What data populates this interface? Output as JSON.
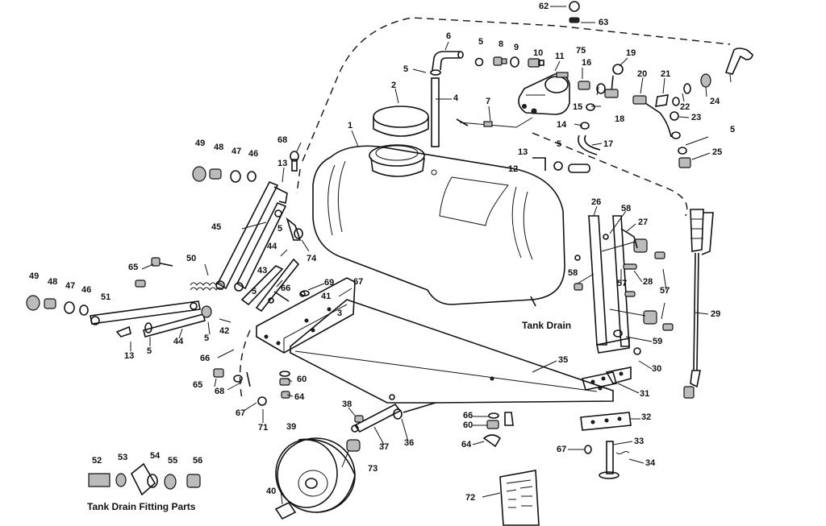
{
  "diagram": {
    "captions": {
      "tank_drain": "Tank Drain",
      "tank_drain_fitting_parts": "Tank Drain Fitting Parts"
    },
    "callouts": [
      "62",
      "63",
      "6",
      "5",
      "8",
      "9",
      "10",
      "11",
      "75",
      "16",
      "19",
      "20",
      "21",
      "22",
      "24",
      "23",
      "5",
      "25",
      "2",
      "5",
      "4",
      "7",
      "15",
      "18",
      "14",
      "17",
      "1",
      "13",
      "5",
      "12",
      "68",
      "13",
      "49",
      "48",
      "47",
      "46",
      "45",
      "5",
      "74",
      "44",
      "43",
      "50",
      "65",
      "5",
      "66",
      "69",
      "67",
      "41",
      "3",
      "49",
      "48",
      "47",
      "46",
      "51",
      "42",
      "5",
      "44",
      "13",
      "5",
      "66",
      "65",
      "68",
      "67",
      "71",
      "60",
      "64",
      "38",
      "37",
      "36",
      "66",
      "60",
      "64",
      "67",
      "39",
      "73",
      "40",
      "52",
      "53",
      "54",
      "55",
      "56",
      "72",
      "26",
      "58",
      "27",
      "58",
      "57",
      "28",
      "57",
      "59",
      "29",
      "35",
      "30",
      "31",
      "32",
      "33",
      "34"
    ]
  }
}
